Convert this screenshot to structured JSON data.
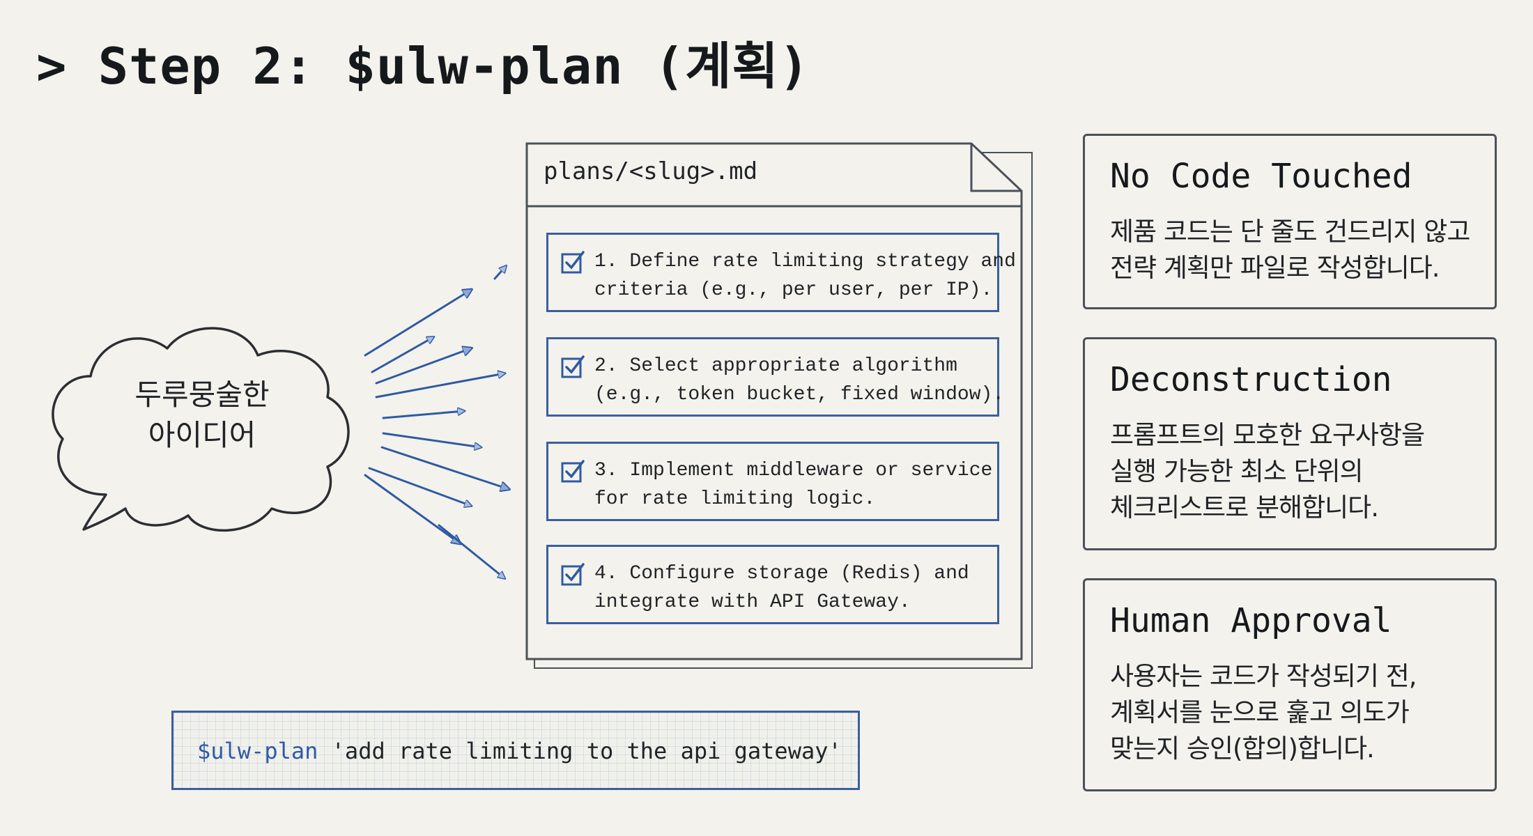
{
  "title": "> Step 2: $ulw-plan (계획)",
  "idea_cloud": {
    "line1": "두루뭉술한",
    "line2": "아이디어"
  },
  "document": {
    "filename": "plans/<slug>.md",
    "tasks": [
      {
        "line1": "1. Define rate limiting strategy and",
        "line2": "criteria (e.g., per user, per IP).",
        "checked": true
      },
      {
        "line1": "2. Select appropriate algorithm",
        "line2": "(e.g., token bucket, fixed window).",
        "checked": true
      },
      {
        "line1": "3. Implement middleware or service",
        "line2": "for rate limiting logic.",
        "checked": true
      },
      {
        "line1": "4. Configure storage (Redis) and",
        "line2": "integrate with API Gateway.",
        "checked": true
      }
    ]
  },
  "command": {
    "keyword": "$ulw-plan",
    "argument": " 'add rate limiting to the api gateway'"
  },
  "cards": [
    {
      "title": "No Code Touched",
      "lines": [
        "제품 코드는 단 줄도 건드리지 않고",
        "전략 계획만 파일로 작성합니다."
      ]
    },
    {
      "title": "Deconstruction",
      "lines": [
        "프롬프트의 모호한 요구사항을",
        "실행 가능한 최소 단위의",
        "체크리스트로 분해합니다."
      ]
    },
    {
      "title": "Human Approval",
      "lines": [
        "사용자는 코드가 작성되기 전,",
        "계획서를 눈으로 훑고 의도가",
        "맞는지 승인(합의)합니다."
      ]
    }
  ],
  "colors": {
    "background": "#f4f2ec",
    "accent_blue": "#3a5f9e",
    "ink": "#1f2326",
    "border_gray": "#4a5158"
  }
}
